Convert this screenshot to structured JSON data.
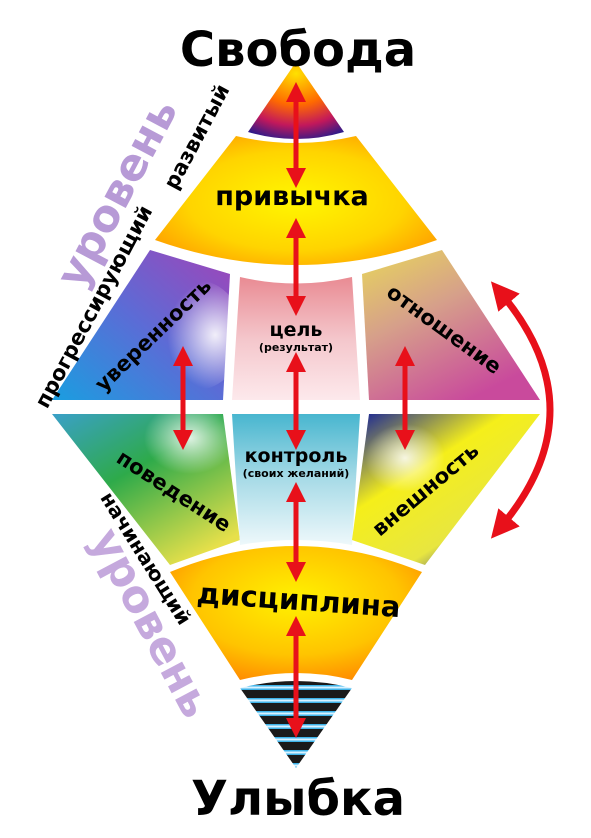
{
  "top_title": "Свобода",
  "bottom_title": "Улыбка",
  "top_level": {
    "word": "уровень",
    "qualifier_1": "развитый",
    "qualifier_2": "прогрессирующий"
  },
  "bottom_level": {
    "word": "уровень",
    "qualifier": "начинающий"
  },
  "bands": {
    "habit": "привычка",
    "discipline": "дисциплина"
  },
  "cells": {
    "confidence": "уверенность",
    "goal": "цель",
    "goal_sub": "(результат)",
    "attitude": "отношение",
    "behavior": "поведение",
    "control": "контроль",
    "control_sub": "(своих желаний)",
    "appearance": "внешность"
  },
  "colors": {
    "arrow": "#e8101a",
    "band": "#ffd400",
    "band_edge": "#ff7a00",
    "top_level_text": "#b79ad6",
    "bottom_level_text": "#c5a9dd"
  }
}
